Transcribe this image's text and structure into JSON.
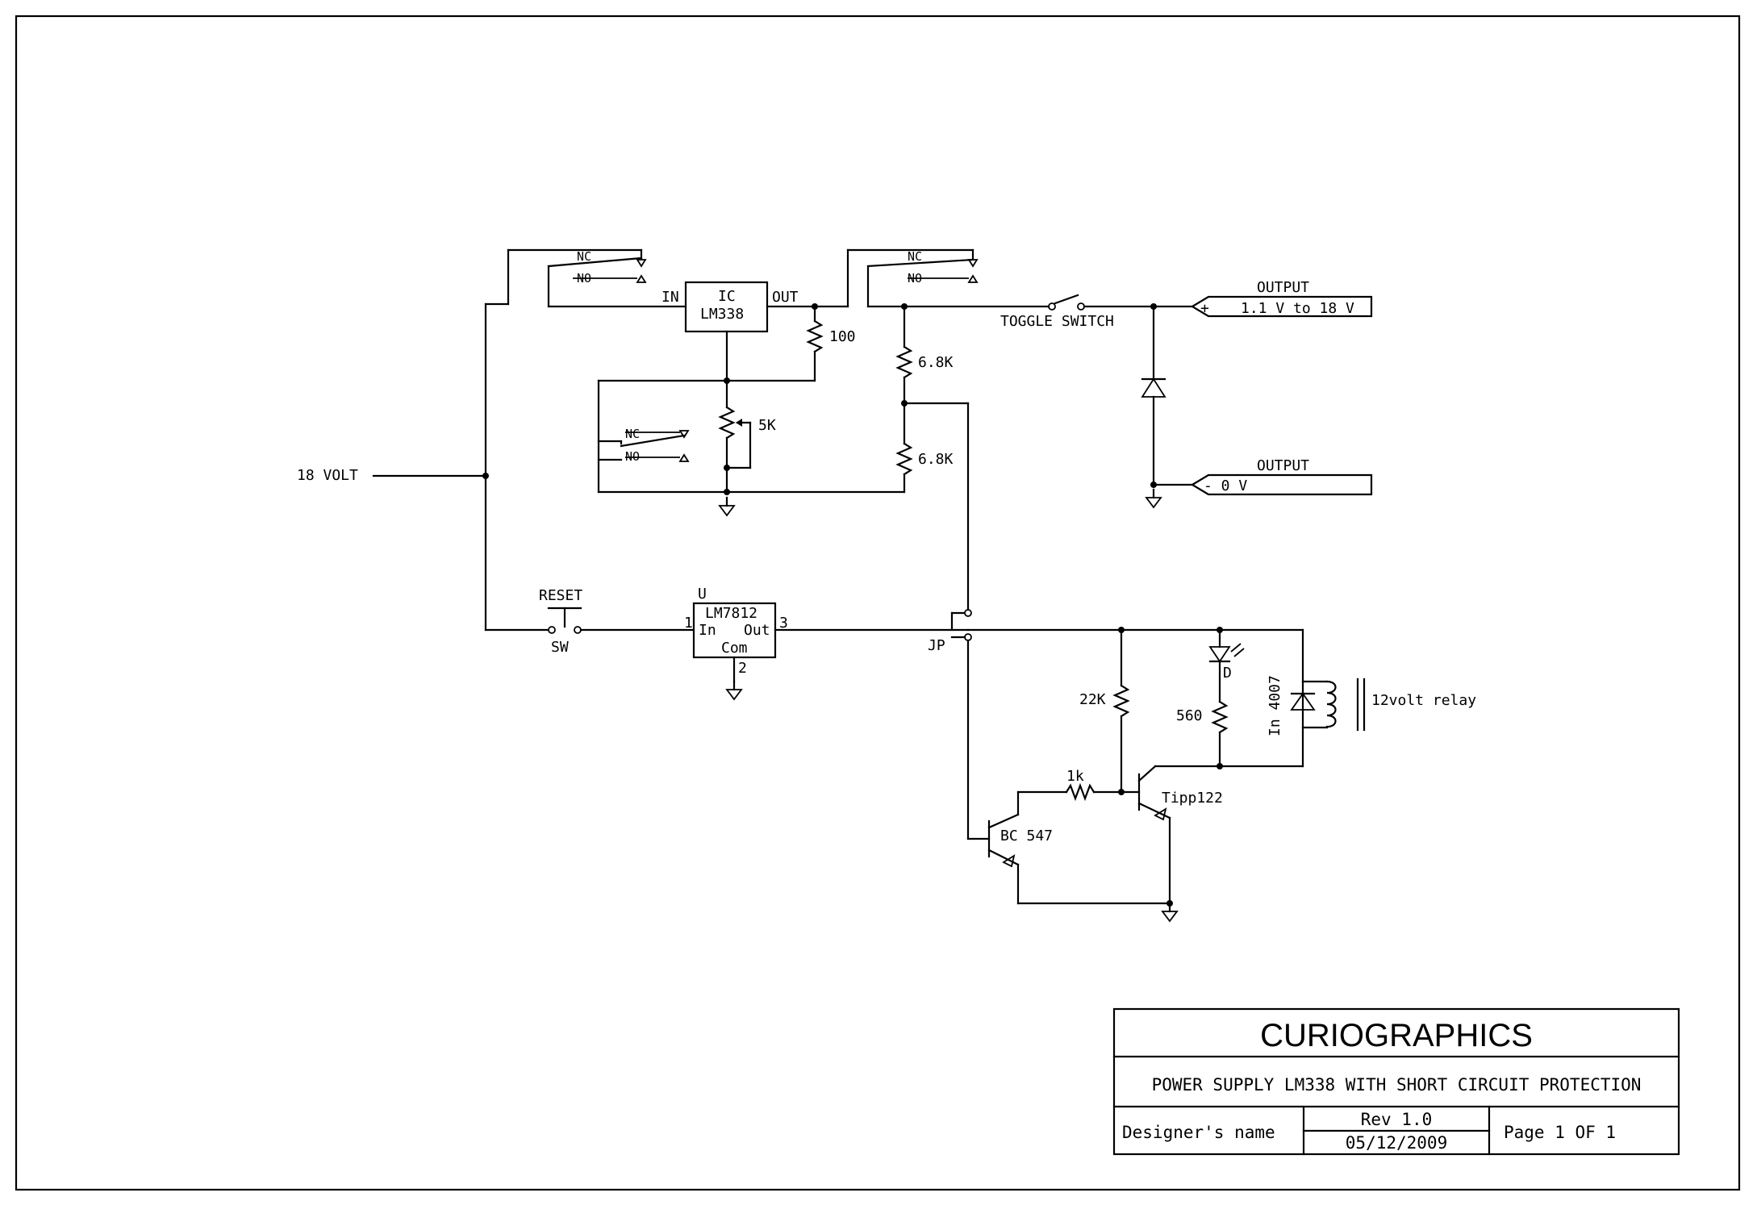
{
  "source_labels": {
    "input_18v": "18 VOLT"
  },
  "relays": {
    "nc": "NC",
    "no": "NO",
    "coil_label": "12volt relay"
  },
  "regulator_lm338": {
    "ref": "IC",
    "part": "LM338",
    "pin_in": "IN",
    "pin_out": "OUT"
  },
  "regulator_lm7812": {
    "ref": "U",
    "part": "LM7812",
    "pin_in": "In",
    "pin_out": "Out",
    "pin_com": "Com",
    "pin1": "1",
    "pin2": "2",
    "pin3": "3"
  },
  "components": {
    "r_100": "100",
    "pot_5k": "5K",
    "r_6k8_top": "6.8K",
    "r_6k8_bottom": "6.8K",
    "r_22k": "22K",
    "r_1k": "1k",
    "r_560": "560",
    "led_ref": "D",
    "diode_in4007": "In 4007",
    "q_bc547": "BC 547",
    "q_tip122": "Tipp122",
    "jumper": "JP",
    "reset_label": "RESET",
    "switch_ref": "SW",
    "toggle_switch": "TOGGLE SWITCH"
  },
  "outputs": {
    "pos_title": "OUTPUT",
    "pos_plus": "+",
    "pos_value": "1.1 V to 18 V",
    "neg_title": "OUTPUT",
    "neg_value": "- 0 V"
  },
  "title_block": {
    "company": "CURIOGRAPHICS",
    "title": "POWER SUPPLY LM338 WITH SHORT CIRCUIT PROTECTION",
    "designer": "Designer's name",
    "revision": "Rev 1.0",
    "date": "05/12/2009",
    "page": "Page 1 OF 1"
  }
}
